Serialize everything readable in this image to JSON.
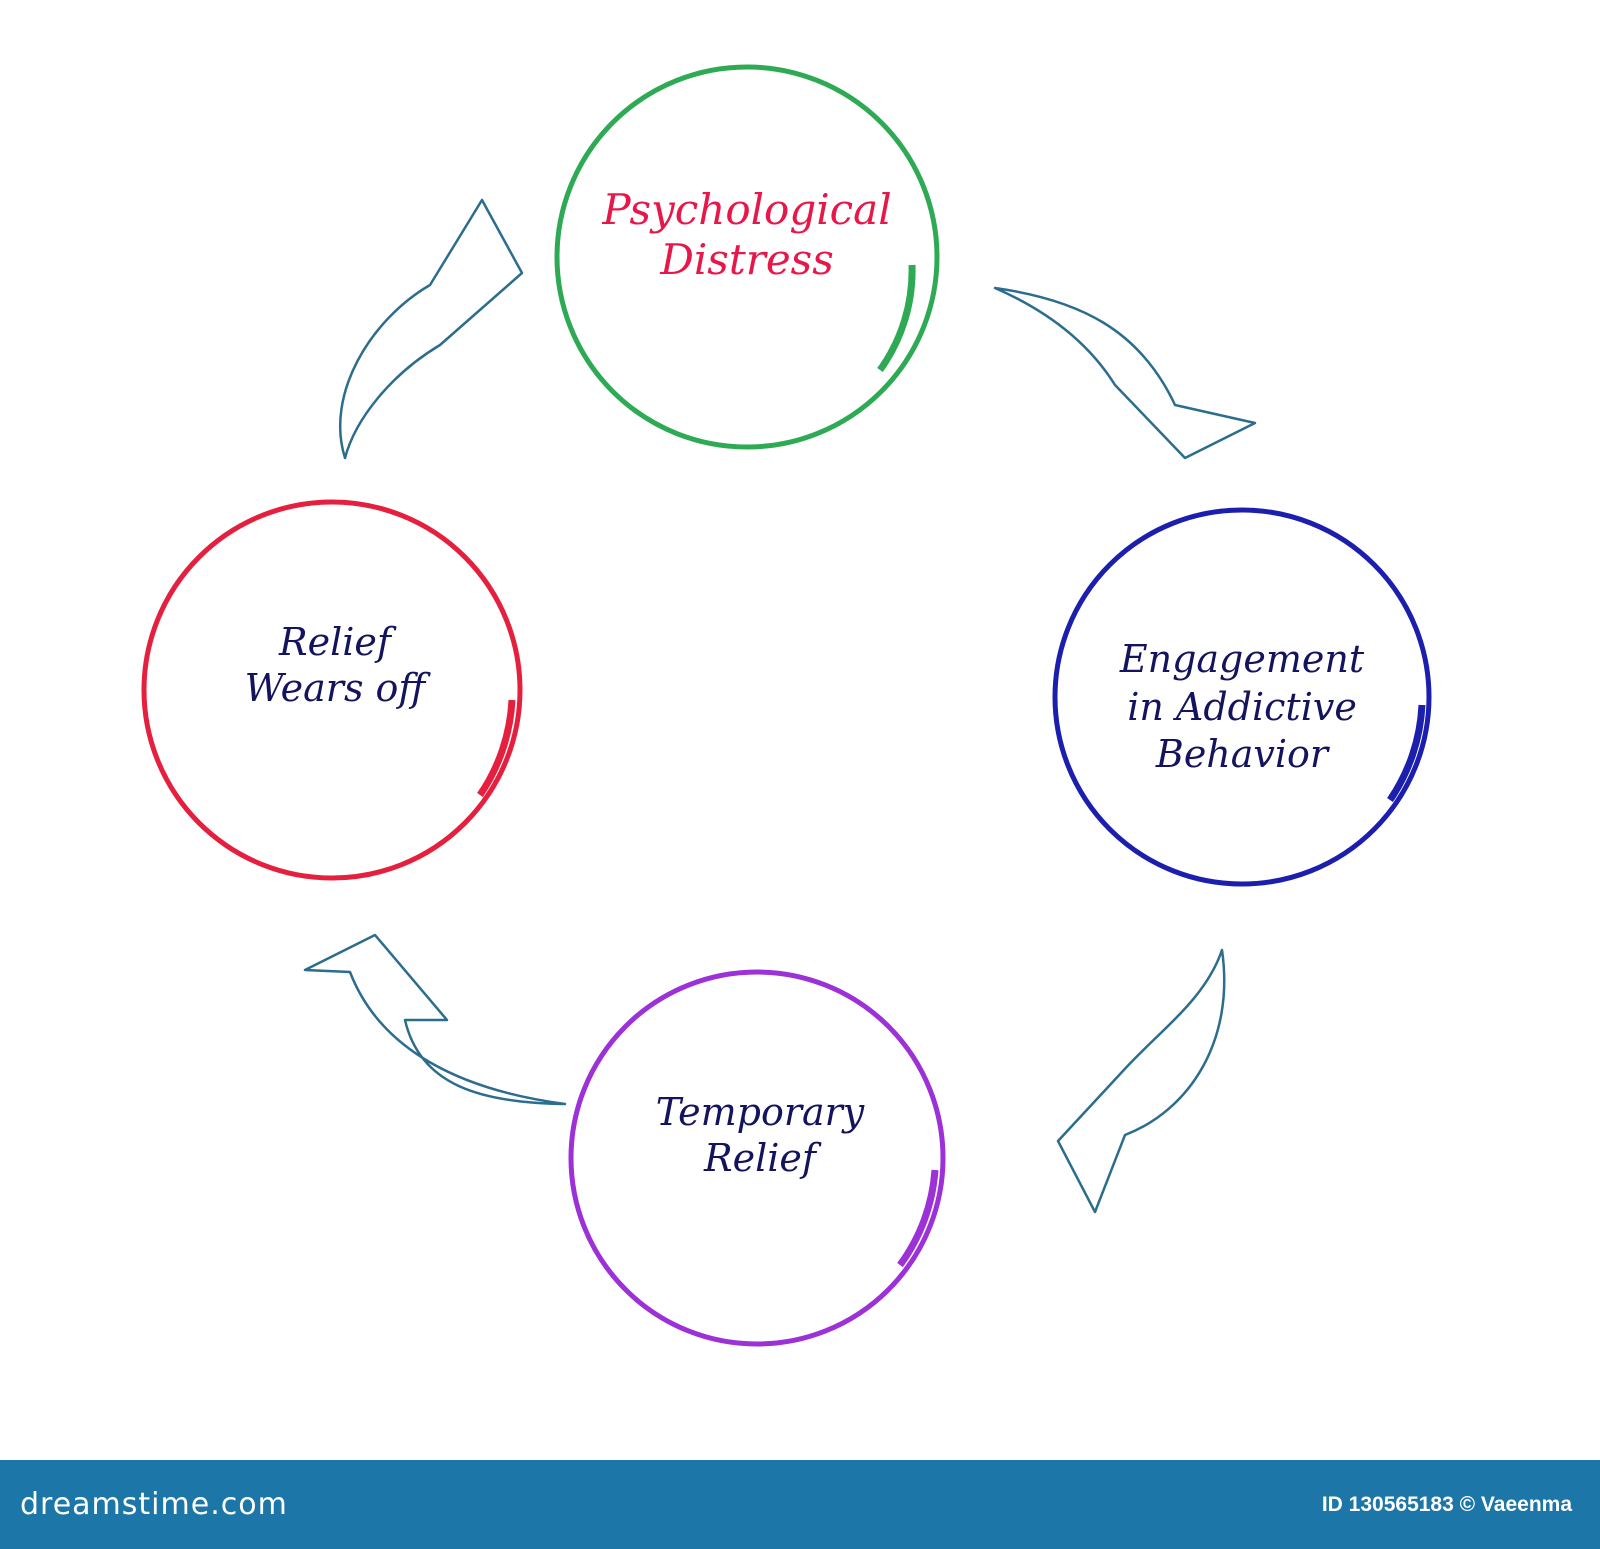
{
  "diagram": {
    "nodes": [
      {
        "id": "psychological-distress",
        "lines": [
          "Psychological",
          "Distress"
        ],
        "ring_color": "#2eaa55",
        "text_color": "#e8174a"
      },
      {
        "id": "engagement",
        "lines": [
          "Engagement",
          "in Addictive",
          "Behavior"
        ],
        "ring_color": "#1c1fae",
        "text_color": "#14145e"
      },
      {
        "id": "temporary-relief",
        "lines": [
          "Temporary",
          "Relief"
        ],
        "ring_color": "#9b31d6",
        "text_color": "#14145e"
      },
      {
        "id": "relief-wears-off",
        "lines": [
          "Relief",
          "Wears off"
        ],
        "ring_color": "#e5203f",
        "text_color": "#14145e"
      }
    ],
    "arrow_color": "#2c6d8e",
    "flow": "clockwise"
  },
  "footer": {
    "brand": "dreamstime.com",
    "credit": "ID 130565183 © Vaeenma",
    "background": "#1d76a8"
  }
}
